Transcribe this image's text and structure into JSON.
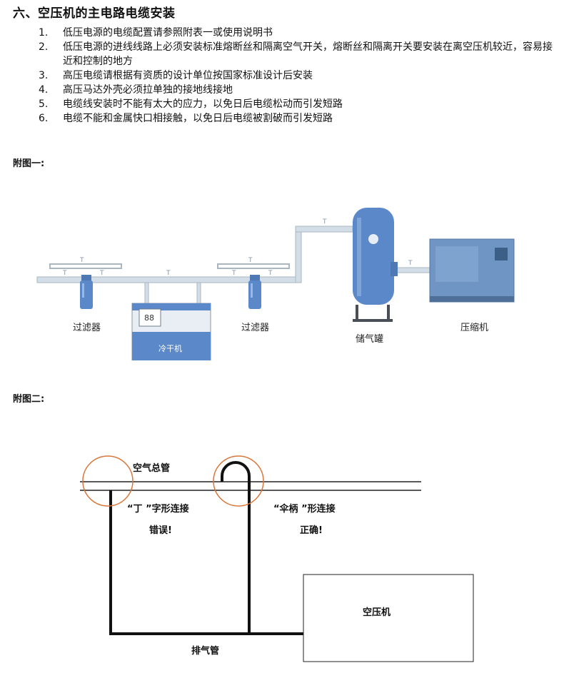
{
  "section_title": "六、空压机的主电路电缆安装",
  "items": [
    {
      "num": "1.",
      "text": "低压电源的电缆配置请参照附表一或使用说明书"
    },
    {
      "num": "2.",
      "text": "低压电源的进线线路上必须安装标准熔断丝和隔离空气开关，熔断丝和隔离开关要安装在离空压机较近，容易接近和控制的地方"
    },
    {
      "num": "3.",
      "text": "高压电缆请根据有资质的设计单位按国家标准设计后安装"
    },
    {
      "num": "4.",
      "text": "高压马达外壳必须拉单独的接地线接地"
    },
    {
      "num": "5.",
      "text": "电缆线安装时不能有太大的应力，以免日后电缆松动而引发短路"
    },
    {
      "num": "6.",
      "text": "电缆不能和金属快口相接触，以免日后电缆被割破而引发短路"
    }
  ],
  "figure1": {
    "label": "附图一:",
    "filter_left": "过滤器",
    "dryer_panel": "88",
    "dryer": "冷干机",
    "filter_right": "过滤器",
    "tank": "储气罐",
    "compressor": "压缩机"
  },
  "figure2": {
    "label": "附图二:",
    "main_pipe": "空气总管",
    "t_joint": "“丁 ”字形连接",
    "wrong": "错误!",
    "umbrella": "“伞柄 ”形连接",
    "correct": "正确!",
    "compressor": "空压机",
    "exhaust": "排气管"
  },
  "colors": {
    "circle": "#d9763a",
    "pipe": "#c7d4e0",
    "equipment_blue": "#5b88c9",
    "compressor_blue": "#6e95c4"
  }
}
